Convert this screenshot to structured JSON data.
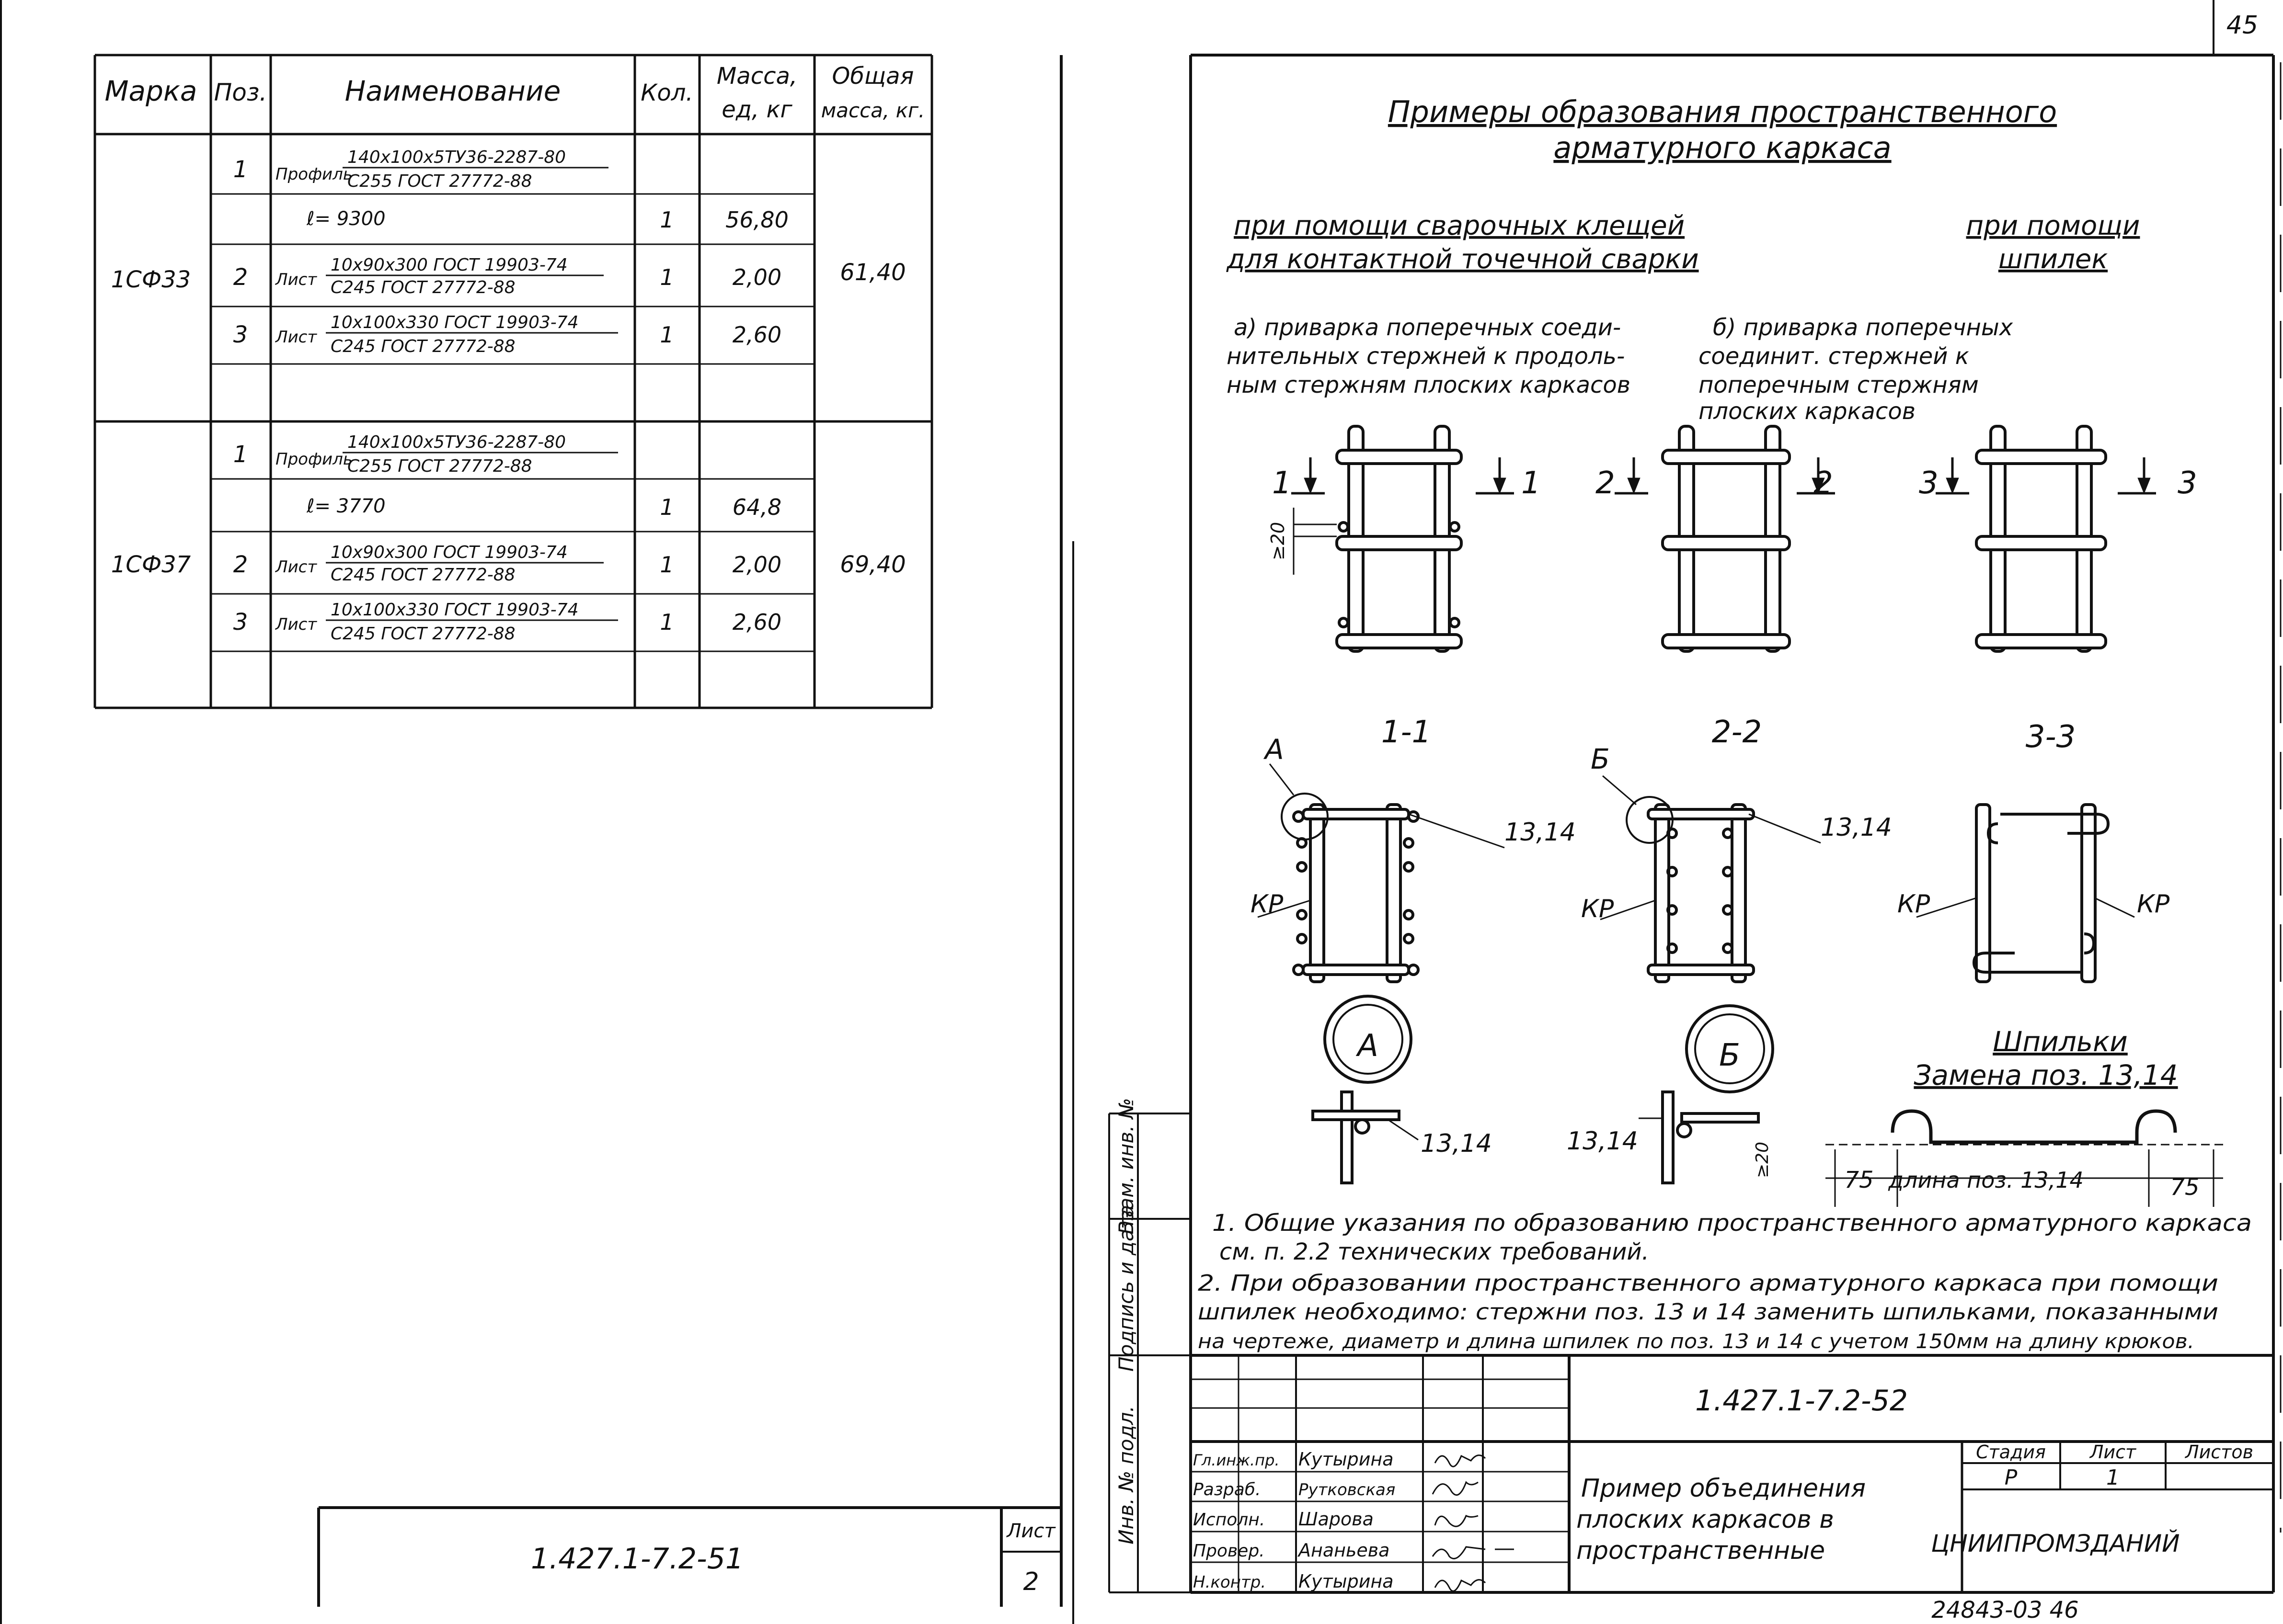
{
  "left_sheet": {
    "table": {
      "headers": {
        "mark": "Марка",
        "pos": "Поз.",
        "name": "Наименование",
        "qty": "Кол.",
        "mass_unit": [
          "Масса,",
          "ед, кг"
        ],
        "mass_total": [
          "Общая",
          "масса, кг."
        ]
      },
      "groups": [
        {
          "mark": "1СФ33",
          "total": "61,40",
          "rows": [
            {
              "pos": "1",
              "prefix": "Профиль",
              "top": "140х100х5ТУ36-2287-80",
              "bottom": "С255 ГОСТ 27772-88",
              "qty": "",
              "mass": ""
            },
            {
              "pos": "",
              "prefix": "",
              "top": "ℓ= 9300",
              "bottom": "",
              "qty": "1",
              "mass": "56,80"
            },
            {
              "pos": "2",
              "prefix": "Лист",
              "top": "10х90х300 ГОСТ 19903-74",
              "bottom": "С245 ГОСТ 27772-88",
              "qty": "1",
              "mass": "2,00"
            },
            {
              "pos": "3",
              "prefix": "Лист",
              "top": "10х100х330 ГОСТ 19903-74",
              "bottom": "С245 ГОСТ 27772-88",
              "qty": "1",
              "mass": "2,60"
            },
            {
              "pos": "",
              "prefix": "",
              "top": "",
              "bottom": "",
              "qty": "",
              "mass": ""
            }
          ]
        },
        {
          "mark": "1СФ37",
          "total": "69,40",
          "rows": [
            {
              "pos": "1",
              "prefix": "Профиль",
              "top": "140х100х5ТУ36-2287-80",
              "bottom": "С255 ГОСТ 27772-88",
              "qty": "",
              "mass": ""
            },
            {
              "pos": "",
              "prefix": "",
              "top": "ℓ= 3770",
              "bottom": "",
              "qty": "1",
              "mass": "64,8"
            },
            {
              "pos": "2",
              "prefix": "Лист",
              "top": "10х90х300 ГОСТ 19903-74",
              "bottom": "С245 ГОСТ 27772-88",
              "qty": "1",
              "mass": "2,00"
            },
            {
              "pos": "3",
              "prefix": "Лист",
              "top": "10х100х330 ГОСТ 19903-74",
              "bottom": "С245 ГОСТ 27772-88",
              "qty": "1",
              "mass": "2,60"
            },
            {
              "pos": "",
              "prefix": "",
              "top": "",
              "bottom": "",
              "qty": "",
              "mass": ""
            }
          ]
        }
      ]
    },
    "stamp": {
      "code": "1.427.1-7.2-51",
      "sheet_label": "Лист",
      "sheet_no": "2"
    }
  },
  "right_sheet": {
    "page_number": "45",
    "title_line1": "Примеры образования пространственного",
    "title_line2": "арматурного каркаса",
    "heading_left_line1": "при помощи сварочных клещей",
    "heading_left_line2": "для контактной точечной сварки",
    "heading_right_line1": "при помощи",
    "heading_right_line2": "шпилек",
    "case_a": [
      "а) приварка поперечных соеди-",
      "нительных стержней к продоль-",
      "ным стержням плоских каркасов"
    ],
    "case_b": [
      "б) приварка поперечных",
      "соединит. стержней к",
      "поперечным стержням",
      "плоских каркасов"
    ],
    "section_marks": [
      "1",
      "2",
      "3"
    ],
    "section_titles": [
      "1-1",
      "2-2",
      "3-3"
    ],
    "dimension_20": "≥20",
    "callouts": {
      "node_a": "А",
      "node_b": "Б",
      "pos": "13,14",
      "kr": "КР"
    },
    "pins": {
      "title": "Шпильки",
      "subtitle": "Замена поз. 13,14",
      "dim_left": "75",
      "dim_mid": "длина поз. 13,14",
      "dim_right": "75"
    },
    "notes": [
      "1. Общие указания по образованию пространственного арматурного каркаса",
      "см. п. 2.2 технических требований.",
      "2. При образовании пространственного арматурного каркаса при помощи",
      "шпилек необходимо: стержни поз. 13 и 14 заменить шпильками, показанными",
      "на чертеже, диаметр и длина шпилек по поз. 13 и 14 с учетом 150мм на длину крюков."
    ],
    "side_labels": [
      "Взам. инв. №",
      "Подпись и дата",
      "Инв. № подл."
    ],
    "stamp": {
      "code": "1.427.1-7.2-52",
      "roles": [
        "Гл.инж.пр.",
        "Разраб.",
        "Исполн.",
        "Провер.",
        "Н.контр."
      ],
      "names": [
        "Кутырина",
        "Рутковская",
        "Шарова",
        "Ананьева",
        "Кутырина"
      ],
      "title": [
        "Пример объединения",
        "плоских каркасов в",
        "пространственные"
      ],
      "stage_label": "Стадия",
      "sheet_label": "Лист",
      "sheets_label": "Листов",
      "stage": "Р",
      "sheet": "1",
      "org": "ЦНИИПРОМЗДАНИЙ"
    },
    "footer_code": "24843-03 46"
  }
}
